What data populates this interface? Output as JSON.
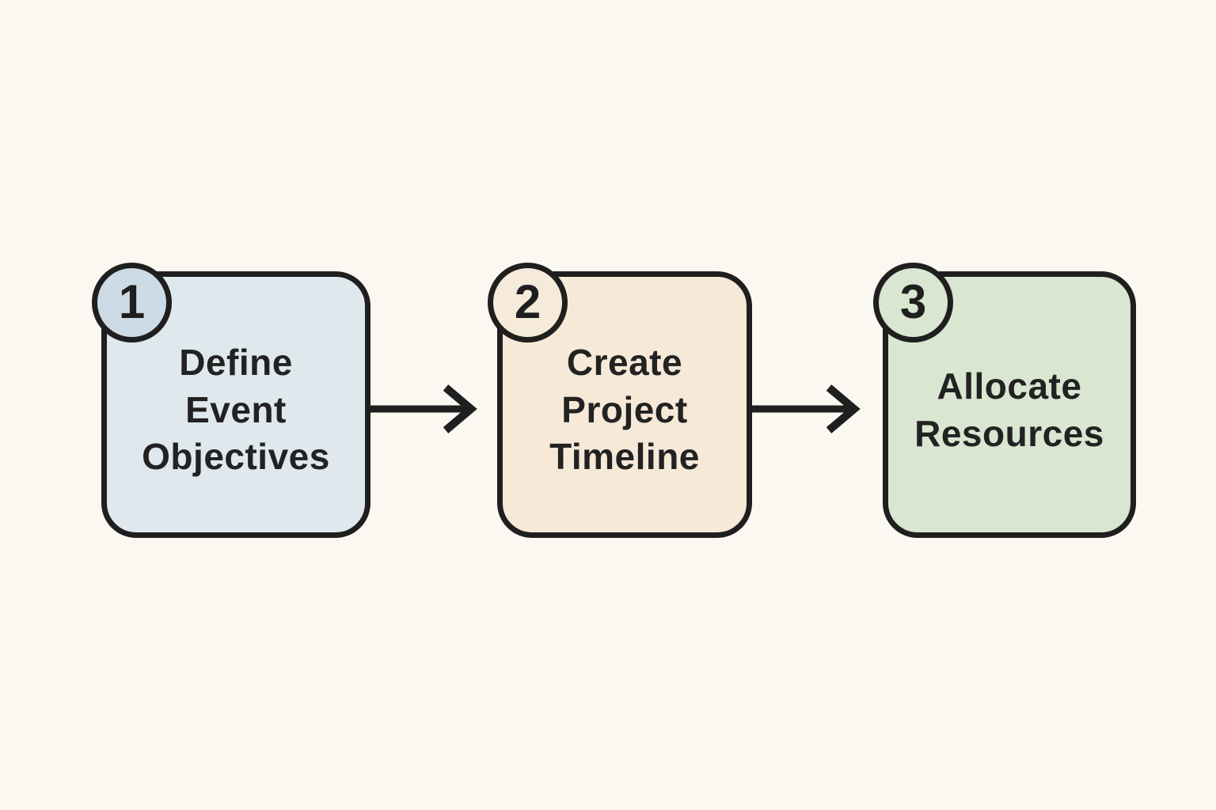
{
  "diagram": {
    "title_hint": "three-step process flowchart",
    "background_color": "#faf8f0",
    "stroke_color": "#1f1f1f",
    "text_color": "#222222",
    "steps": [
      {
        "number": "1",
        "label": "Define\nEvent\nObjectives",
        "fill": "#dfe8ec",
        "badge_fill": "#ccdbe5"
      },
      {
        "number": "2",
        "label": "Create\nProject\nTimeline",
        "fill": "#f6e9d8",
        "badge_fill": "#f6ebda"
      },
      {
        "number": "3",
        "label": "Allocate\nResources",
        "fill": "#d9e6d1",
        "badge_fill": "#d9e6d1"
      }
    ],
    "connectors": [
      {
        "from": "1",
        "to": "2",
        "icon": "right-arrow"
      },
      {
        "from": "2",
        "to": "3",
        "icon": "right-arrow"
      }
    ]
  }
}
